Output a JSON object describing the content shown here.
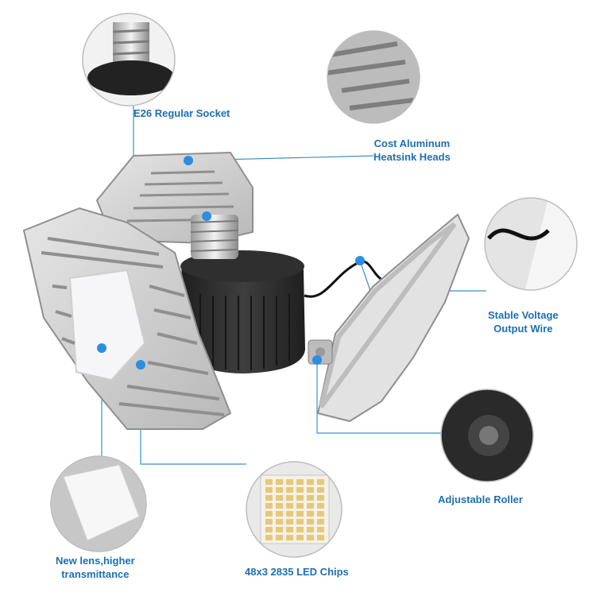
{
  "callouts": {
    "socket": "E26 Regular Socket",
    "heatsink_line1": "Cost Aluminum",
    "heatsink_line2": "Heatsink Heads",
    "wire_line1": "Stable Voltage",
    "wire_line2": "Output Wire",
    "roller": "Adjustable Roller",
    "lens_line1": "New lens,higher",
    "lens_line2": "transmittance",
    "chips": "48x3 2835 LED Chips"
  },
  "colors": {
    "label": "#1d6fb3",
    "leader_line": "#3a8fd0",
    "dot": "#2b8fe0",
    "panel": "#d9d9d9",
    "panel_dark": "#a9a9a9",
    "body": "#2b2b2b"
  }
}
